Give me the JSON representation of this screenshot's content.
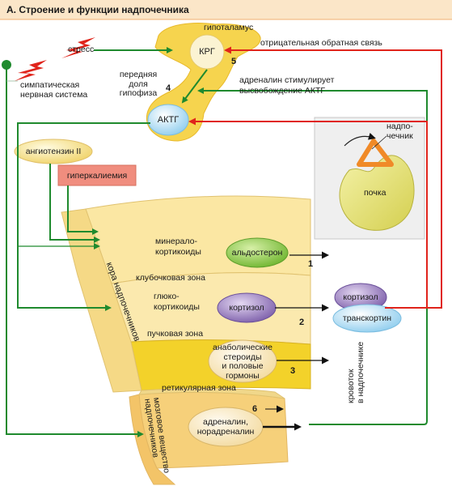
{
  "title": "А. Строение и функции надпочечника",
  "labels": {
    "stress": "стресс",
    "hypothalamus": "гипоталамус",
    "krg": "КРГ",
    "negative_feedback": "отрицательная обратная связь",
    "anterior_pituitary": [
      "передняя",
      "доля",
      "гипофиза"
    ],
    "sympathetic_ns": [
      "симпатическая",
      "нервная система"
    ],
    "adrenaline_stimulates": [
      "адреналин стимулирует",
      "высвобождение АКТГ"
    ],
    "actg": "АКТГ",
    "angiotensin": "ангиотензин II",
    "hyperkalemia": "гиперкалиемия",
    "adrenal": [
      "надпо-",
      "чечник"
    ],
    "kidney": "почка",
    "mineralocorticoids": [
      "минерало-",
      "кортикоиды"
    ],
    "aldosterone": "альдостерон",
    "glomerular_zone": "клубочковая зона",
    "glucocorticoids": [
      "глюко-",
      "кортикоиды"
    ],
    "cortisol": "кортизол",
    "fascicular_zone": "пучковая зона",
    "anabolic": [
      "анаболические",
      "стероиды",
      "и половые",
      "гормоны"
    ],
    "reticular_zone": "ретикулярная зона",
    "cortex": "кора надпочечников",
    "medulla": [
      "мозговое вещество",
      "надпочечников"
    ],
    "adrenaline_out": [
      "адреналин,",
      "норадреналин"
    ],
    "cortisol_bound": "кортизол",
    "transcortin": "транскортин",
    "bloodstream": [
      "кровоток",
      "в надпочечнике"
    ]
  },
  "numbers": {
    "n1": "1",
    "n2": "2",
    "n3": "3",
    "n4": "4",
    "n5": "5",
    "n6": "6"
  },
  "colors": {
    "green": "#1f8a2e",
    "red": "#e0241b",
    "yellow_light": "#fbe9a6",
    "yellow_mid": "#f6d664",
    "yellow_bright": "#f2cf1c",
    "hormone_green": "#8cc63f",
    "hormone_purple": "#8d72b4",
    "hormone_blue": "#a9daf2",
    "hyperkalemia_bg": "#f08d7e"
  }
}
